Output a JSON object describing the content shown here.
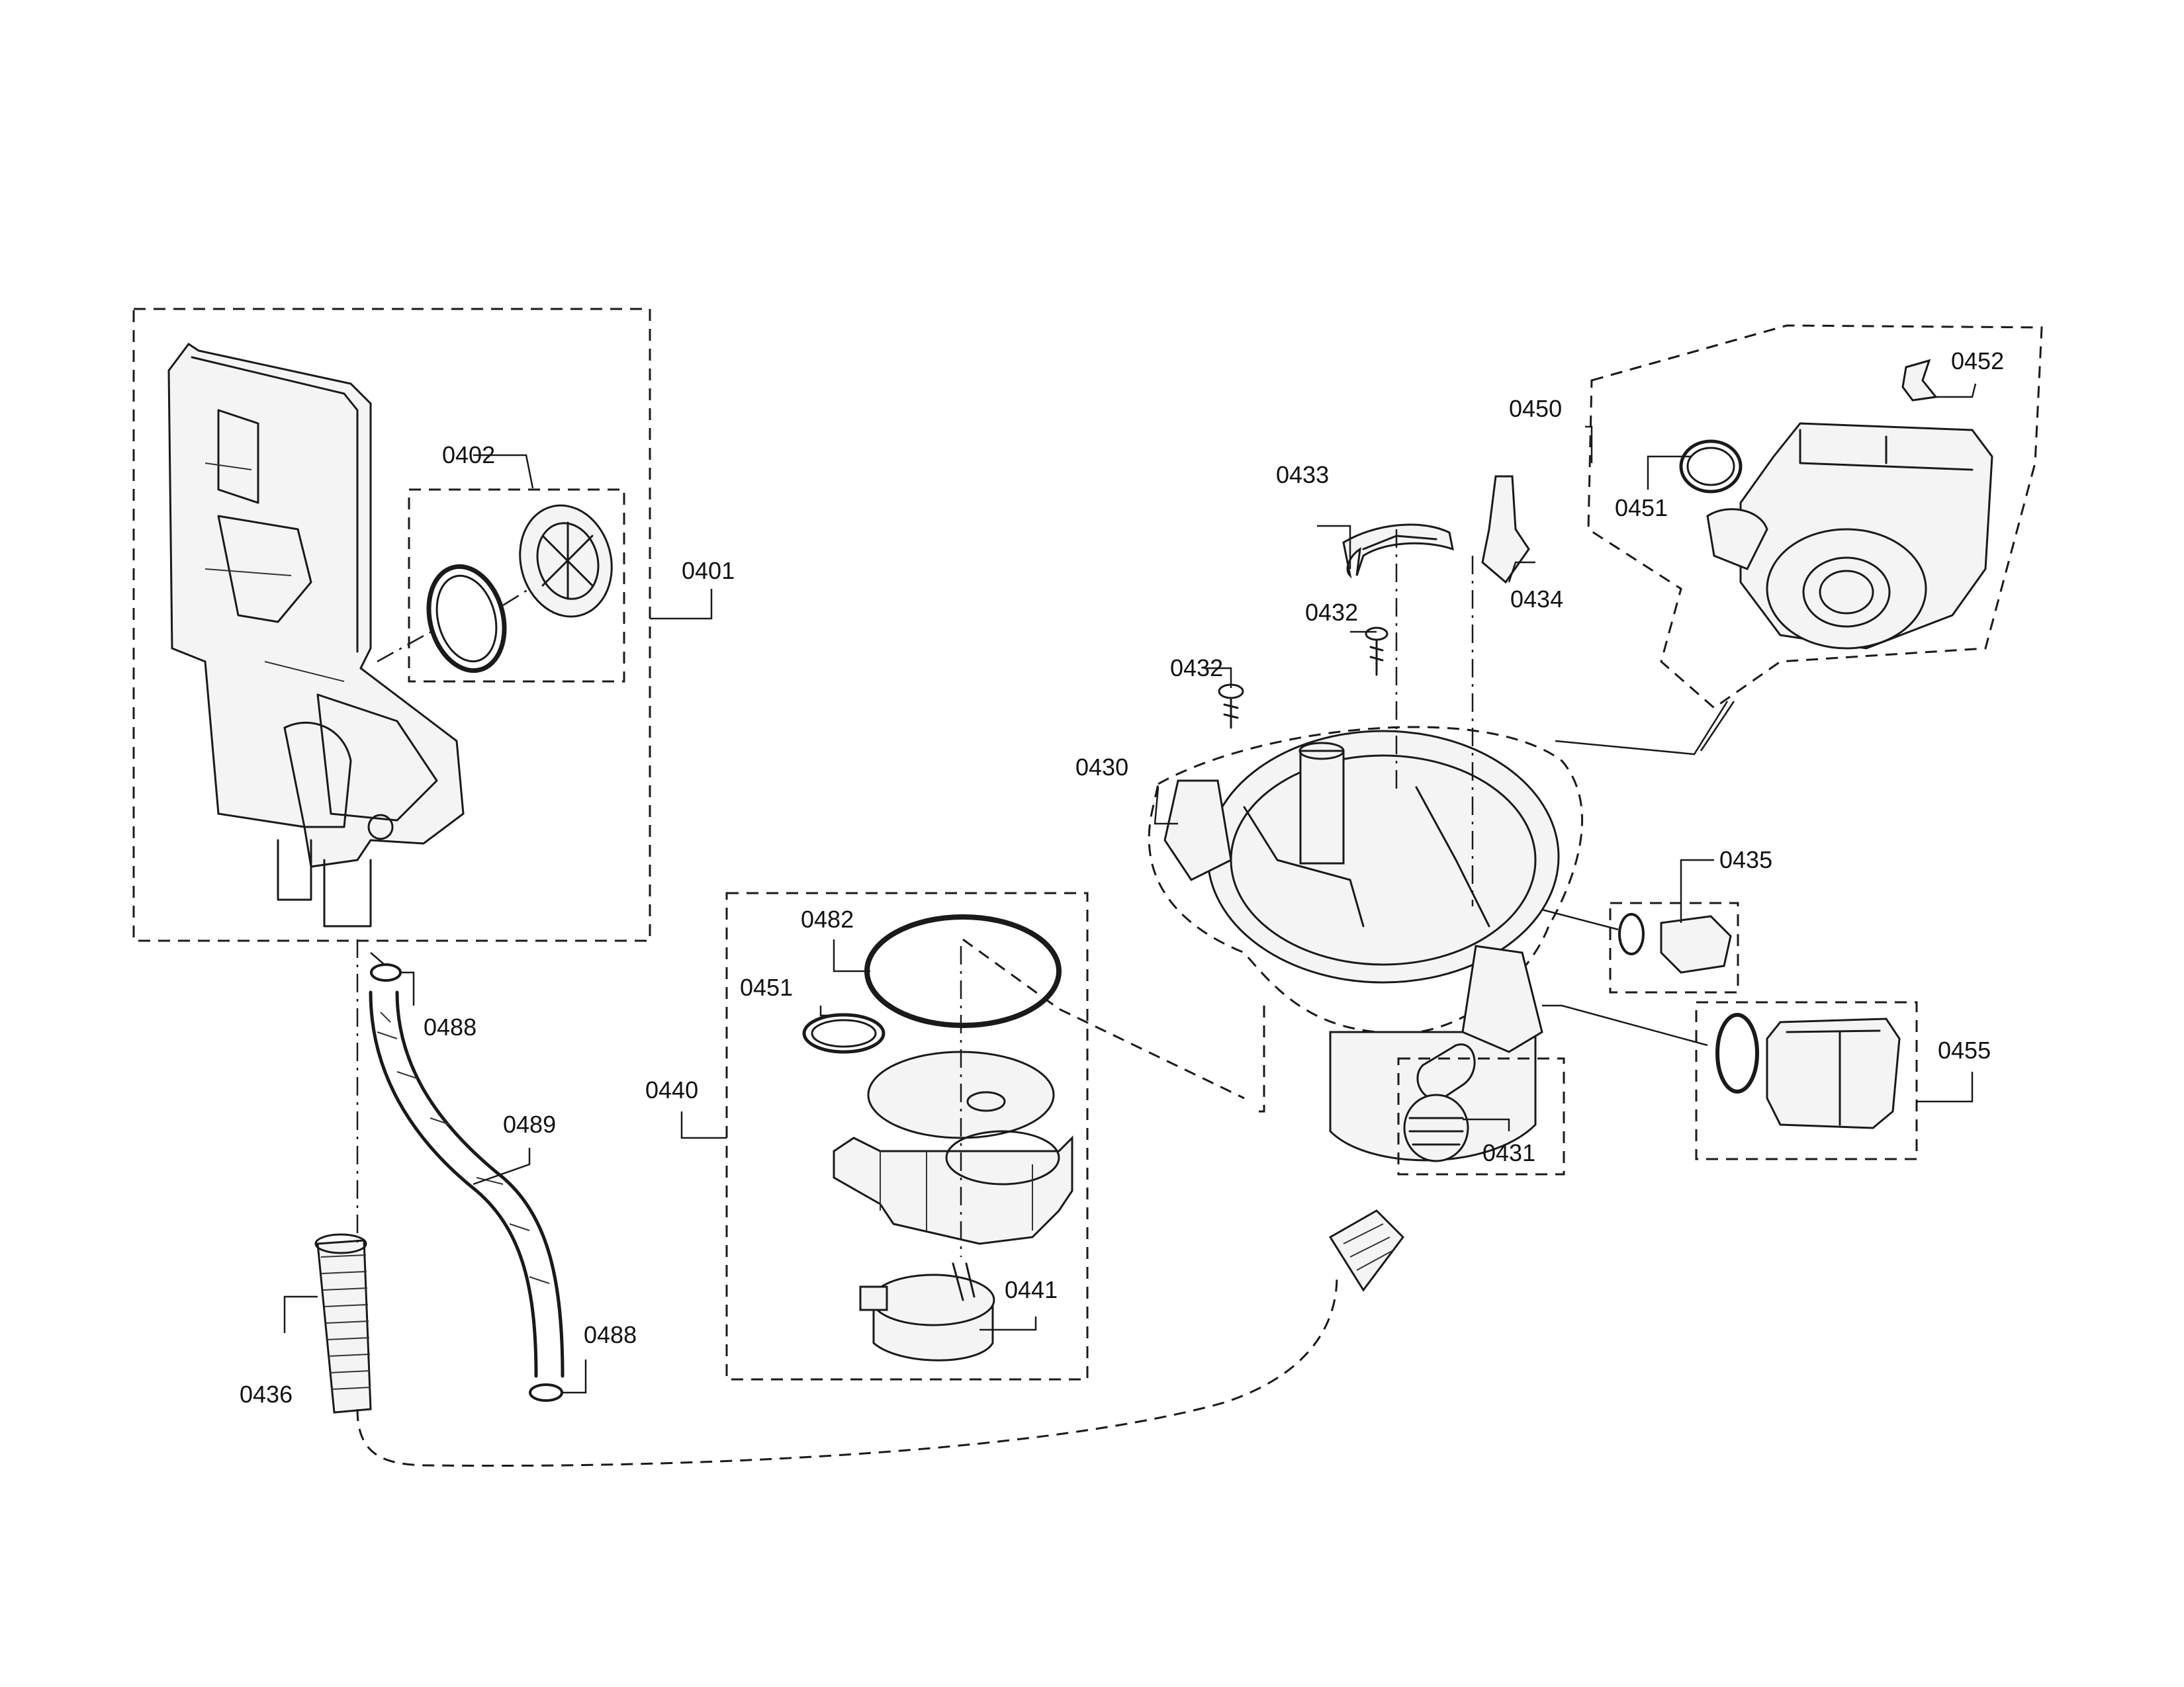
{
  "callouts": [
    {
      "id": "c0401",
      "label": "0401"
    },
    {
      "id": "c0402",
      "label": "0402"
    },
    {
      "id": "c0430",
      "label": "0430"
    },
    {
      "id": "c0431",
      "label": "0431"
    },
    {
      "id": "c0432a",
      "label": "0432"
    },
    {
      "id": "c0432b",
      "label": "0432"
    },
    {
      "id": "c0433",
      "label": "0433"
    },
    {
      "id": "c0434",
      "label": "0434"
    },
    {
      "id": "c0435",
      "label": "0435"
    },
    {
      "id": "c0436",
      "label": "0436"
    },
    {
      "id": "c0440",
      "label": "0440"
    },
    {
      "id": "c0441",
      "label": "0441"
    },
    {
      "id": "c0450",
      "label": "0450"
    },
    {
      "id": "c0451a",
      "label": "0451"
    },
    {
      "id": "c0451b",
      "label": "0451"
    },
    {
      "id": "c0452",
      "label": "0452"
    },
    {
      "id": "c0455",
      "label": "0455"
    },
    {
      "id": "c0482",
      "label": "0482"
    },
    {
      "id": "c0488a",
      "label": "0488"
    },
    {
      "id": "c0488b",
      "label": "0488"
    },
    {
      "id": "c0489",
      "label": "0489"
    }
  ]
}
